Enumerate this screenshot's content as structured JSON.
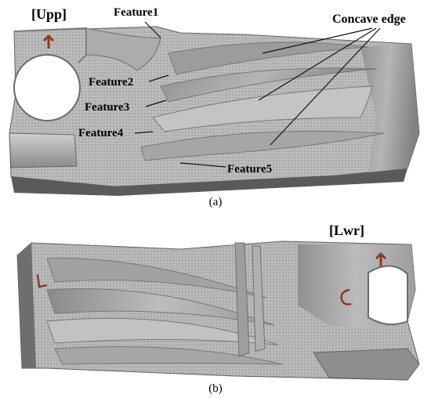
{
  "panel_a": {
    "tag": "[Upp]",
    "features": [
      "Feature1",
      "Feature2",
      "Feature3",
      "Feature4",
      "Feature5"
    ],
    "concave_label": "Concave edge",
    "caption": "(a)"
  },
  "panel_b": {
    "tag": "[Lwr]",
    "caption": "(b)"
  },
  "colors": {
    "metal_light": "#bdbdbd",
    "metal_dark": "#6f6f6f",
    "marker": "#8a3a1f"
  }
}
